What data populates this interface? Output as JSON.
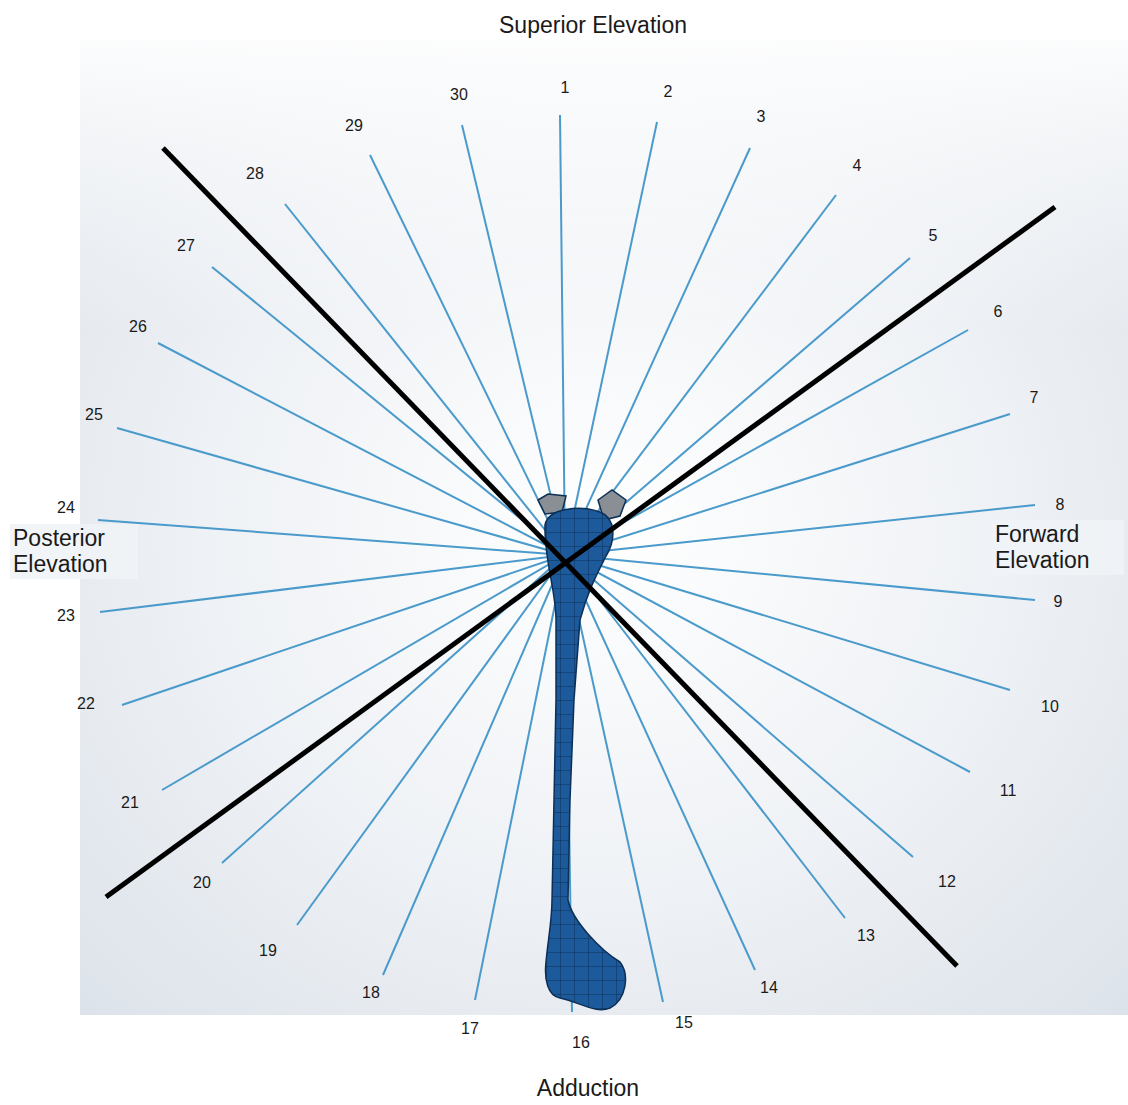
{
  "diagram": {
    "labels": [
      "Superior Elevation",
      "1",
      "2",
      "3",
      "4",
      "5",
      "6",
      "7",
      "8",
      "9",
      "10",
      "11",
      "12",
      "13",
      "14",
      "15",
      "16",
      "17",
      "18",
      "19",
      "20",
      "21",
      "22",
      "23",
      "24",
      "25",
      "26",
      "27",
      "28",
      "29",
      "30",
      "Posterior Elevation",
      "Forward Elevation",
      "Adduction"
    ]
  }
}
